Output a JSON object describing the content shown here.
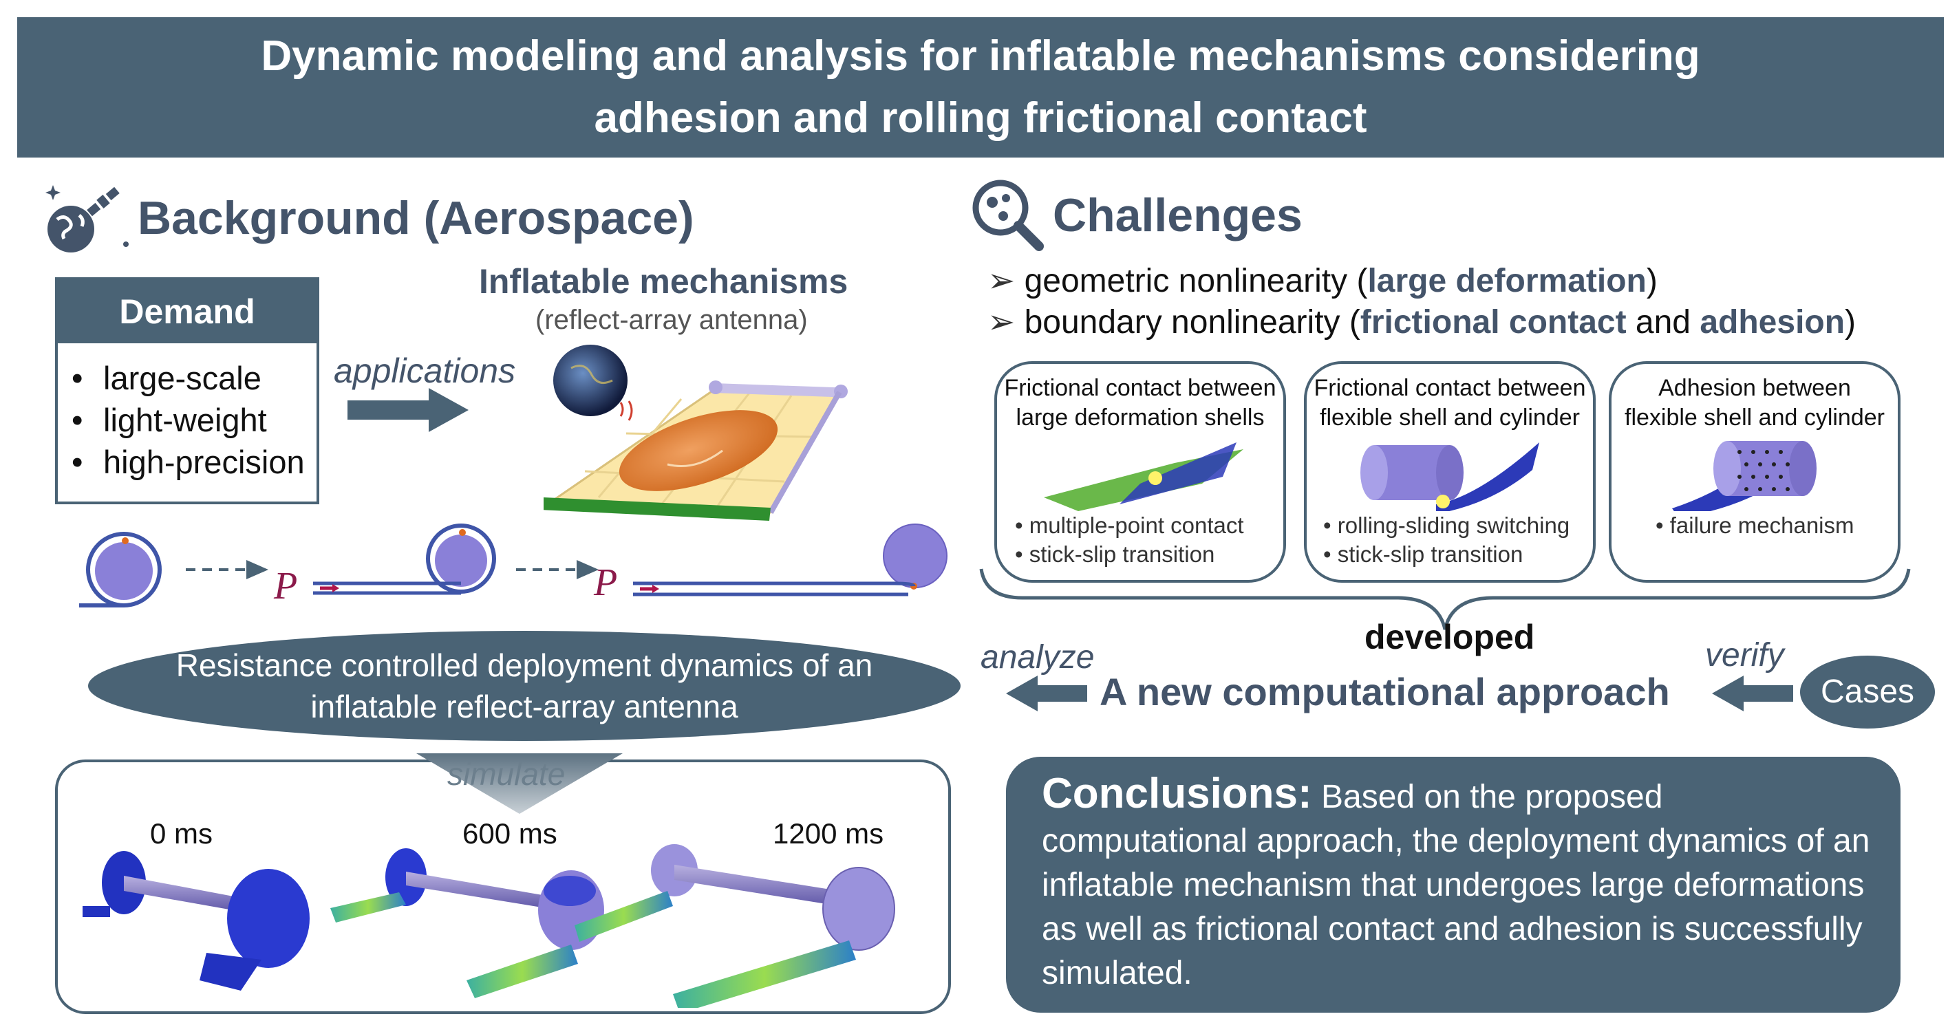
{
  "title": {
    "line1": "Dynamic modeling and analysis for inflatable mechanisms considering",
    "line2": "adhesion and rolling frictional contact"
  },
  "background": {
    "heading": "Background (Aerospace)",
    "demand": {
      "header": "Demand",
      "items": [
        "large-scale",
        "light-weight",
        "high-precision"
      ]
    },
    "applications_label": "applications",
    "inflatable_title": "Inflatable mechanisms",
    "inflatable_sub": "(reflect-array antenna)",
    "p_label_1": "P",
    "p_label_2": "P",
    "oval_line1": "Resistance controlled deployment dynamics of an",
    "oval_line2": "inflatable reflect-array antenna",
    "simulate_label": "simulate",
    "sim_times": [
      "0 ms",
      "600 ms",
      "1200 ms"
    ]
  },
  "challenges": {
    "heading": "Challenges",
    "item1": {
      "pre": "geometric nonlinearity (",
      "hl": "large deformation",
      "post": ")"
    },
    "item2": {
      "pre": "boundary nonlinearity (",
      "hl1": "frictional contact",
      "mid": " and ",
      "hl2": "adhesion",
      "post": ")"
    },
    "cards": [
      {
        "title1": "Frictional contact between",
        "title2": "large deformation shells",
        "bullets": [
          "• multiple-point contact",
          "• stick-slip transition"
        ]
      },
      {
        "title1": "Frictional contact between",
        "title2": "flexible shell and cylinder",
        "bullets": [
          "• rolling-sliding switching",
          "• stick-slip transition"
        ]
      },
      {
        "title1": "Adhesion between",
        "title2": "flexible shell and cylinder",
        "bullets": [
          "• failure mechanism"
        ]
      }
    ],
    "developed": "developed",
    "analyze": "analyze",
    "verify": "verify",
    "approach": "A new computational approach",
    "cases": "Cases"
  },
  "conclusions": {
    "label": "Conclusions:",
    "text": " Based on the proposed computational approach, the deployment dynamics of an inflatable mechanism that undergoes large deformations as well as frictional contact and adhesion is successfully simulated."
  },
  "colors": {
    "primary": "#4a6375",
    "accent_text": "#44546a",
    "p_label": "#8b1a4a"
  }
}
